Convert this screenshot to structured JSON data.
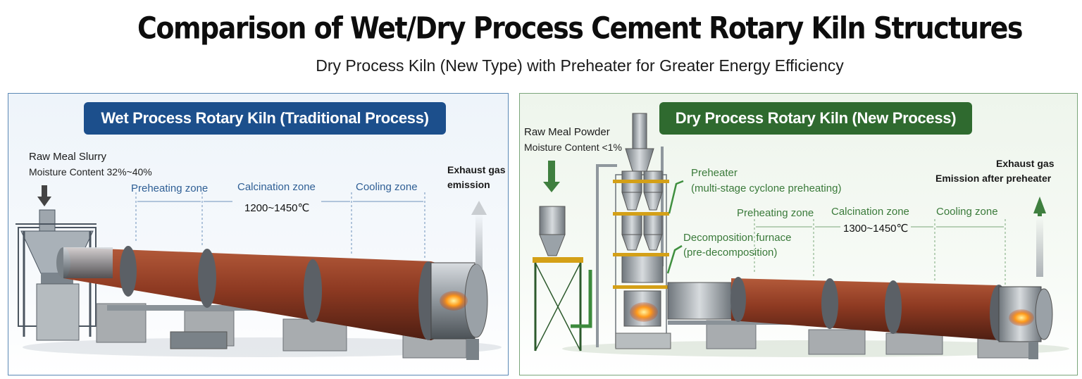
{
  "title": "Comparison of Wet/Dry Process Cement Rotary Kiln Structures",
  "subtitle": "Dry Process Kiln (New Type) with Preheater for Greater Energy Efficiency",
  "wet": {
    "banner": "Wet Process Rotary Kiln (Traditional Process)",
    "feed_label": "Raw Meal Slurry",
    "moisture": "Moisture Content 32%~40%",
    "zones": [
      "Preheating zone",
      "Calcination zone",
      "Cooling zone"
    ],
    "temperature": "1200~1450℃",
    "exhaust_line1": "Exhaust gas",
    "exhaust_line2": "emission"
  },
  "dry": {
    "banner": "Dry Process Rotary Kiln (New Process)",
    "feed_label": "Raw Meal Powder",
    "moisture": "Moisture Content <1%",
    "preheater_line1": "Preheater",
    "preheater_line2": "(multi-stage cyclone preheating)",
    "furnace_line1": "Decomposition furnace",
    "furnace_line2": "(pre-decomposition)",
    "zones": [
      "Preheating zone",
      "Calcination zone",
      "Cooling zone"
    ],
    "temperature": "1300~1450℃",
    "exhaust_line1": "Exhaust gas",
    "exhaust_line2": "Emission after preheater"
  },
  "colors": {
    "wet_accent": "#1c4f8c",
    "dry_accent": "#2f6a2f",
    "kiln": "#8e3a22"
  }
}
